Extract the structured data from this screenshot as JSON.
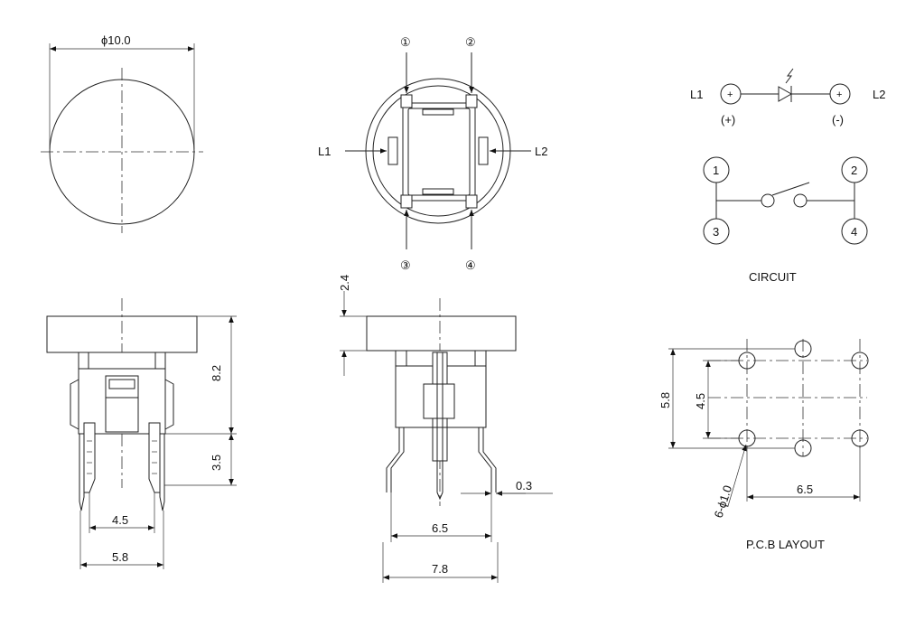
{
  "top_view": {
    "diameter_label": "ϕ10.0"
  },
  "pin_view": {
    "pin1": "①",
    "pin2": "②",
    "pin3": "③",
    "pin4": "④",
    "left_led": "L1",
    "right_led": "L2"
  },
  "led_circuit": {
    "left_label": "L1",
    "right_label": "L2",
    "plus_symbol": "+",
    "plus_polarity": "(+)",
    "minus_polarity": "(-)"
  },
  "switch_circuit": {
    "pin1": "1",
    "pin2": "2",
    "pin3": "3",
    "pin4": "4",
    "caption": "CIRCUIT"
  },
  "front_view": {
    "height_upper": "8.2",
    "height_lower": "3.5",
    "inner_width": "4.5",
    "outer_width": "5.8"
  },
  "side_view": {
    "cap_thickness": "2.4",
    "pin_thickness": "0.3",
    "pin_pitch": "6.5",
    "total_width": "7.8"
  },
  "pcb_layout": {
    "height_outer": "5.8",
    "height_inner": "4.5",
    "hole_spec": "6-ϕ1.0",
    "pitch": "6.5",
    "caption": "P.C.B LAYOUT"
  }
}
